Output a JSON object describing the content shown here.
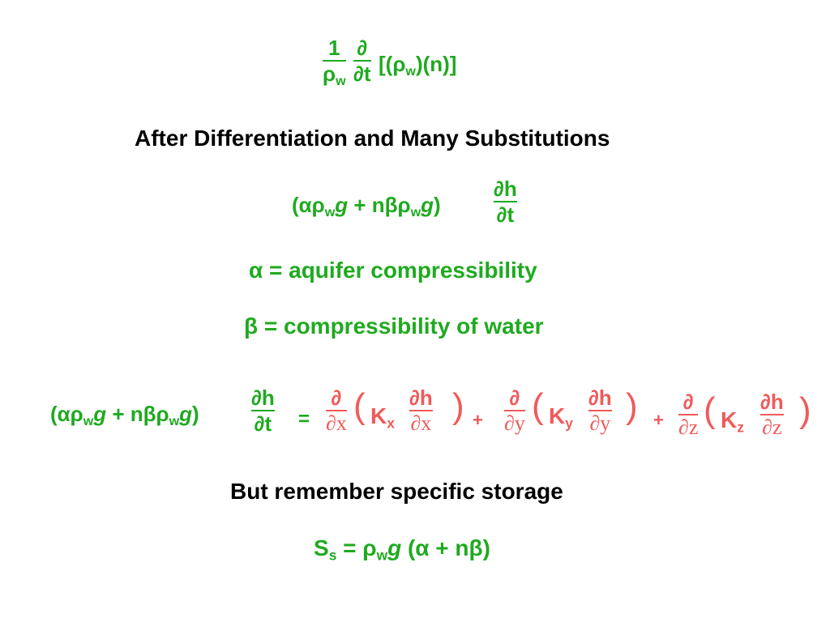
{
  "colors": {
    "green": "#1faa1f",
    "red": "#f05a5a",
    "text": "#000000"
  },
  "eq1": {
    "frac_one": {
      "num": "1",
      "den_sym": "ρ",
      "den_sub": "w"
    },
    "frac_partial": {
      "num": "∂",
      "den": "∂t"
    },
    "bracket_open": "[(",
    "rho": "ρ",
    "rho_sub": "w",
    "rest": ")(n)]"
  },
  "heading1": "After Differentiation and Many Substitutions",
  "eq2": {
    "lhs_open": "(αρ",
    "sub_w1": "w",
    "g1": "g",
    "mid": " + nβρ",
    "sub_w2": "w",
    "g2": "g",
    "close": ")",
    "frac": {
      "num": "∂h",
      "den": "∂t"
    }
  },
  "alpha_def": "α = aquifer compressibility",
  "beta_def": "β = compressibility of water",
  "eq3": {
    "lhs_open": "(αρ",
    "sub_w1": "w",
    "g1": "g",
    "mid": " + nβρ",
    "sub_w2": "w",
    "g2": "g",
    "close": ")",
    "lhs_frac": {
      "num": "∂h",
      "den": "∂t"
    },
    "equals": "=",
    "terms": [
      {
        "d_num": "∂",
        "d_den": "∂x",
        "k": "K",
        "k_sub": "x",
        "h_num": "∂h",
        "h_den": "∂x"
      },
      {
        "d_num": "∂",
        "d_den": "∂y",
        "k": "K",
        "k_sub": "y",
        "h_num": "∂h",
        "h_den": "∂y"
      },
      {
        "d_num": "∂",
        "d_den": "∂z",
        "k": "K",
        "k_sub": "z",
        "h_num": "∂h",
        "h_den": "∂z"
      }
    ],
    "open_paren": "(",
    "close_paren": ")",
    "plus": "+"
  },
  "heading2": "But remember specific storage",
  "eq4": {
    "s": "S",
    "s_sub": "s",
    "eq": " = ρ",
    "w_sub": "w",
    "g": "g",
    "rest": " (α + nβ)"
  }
}
